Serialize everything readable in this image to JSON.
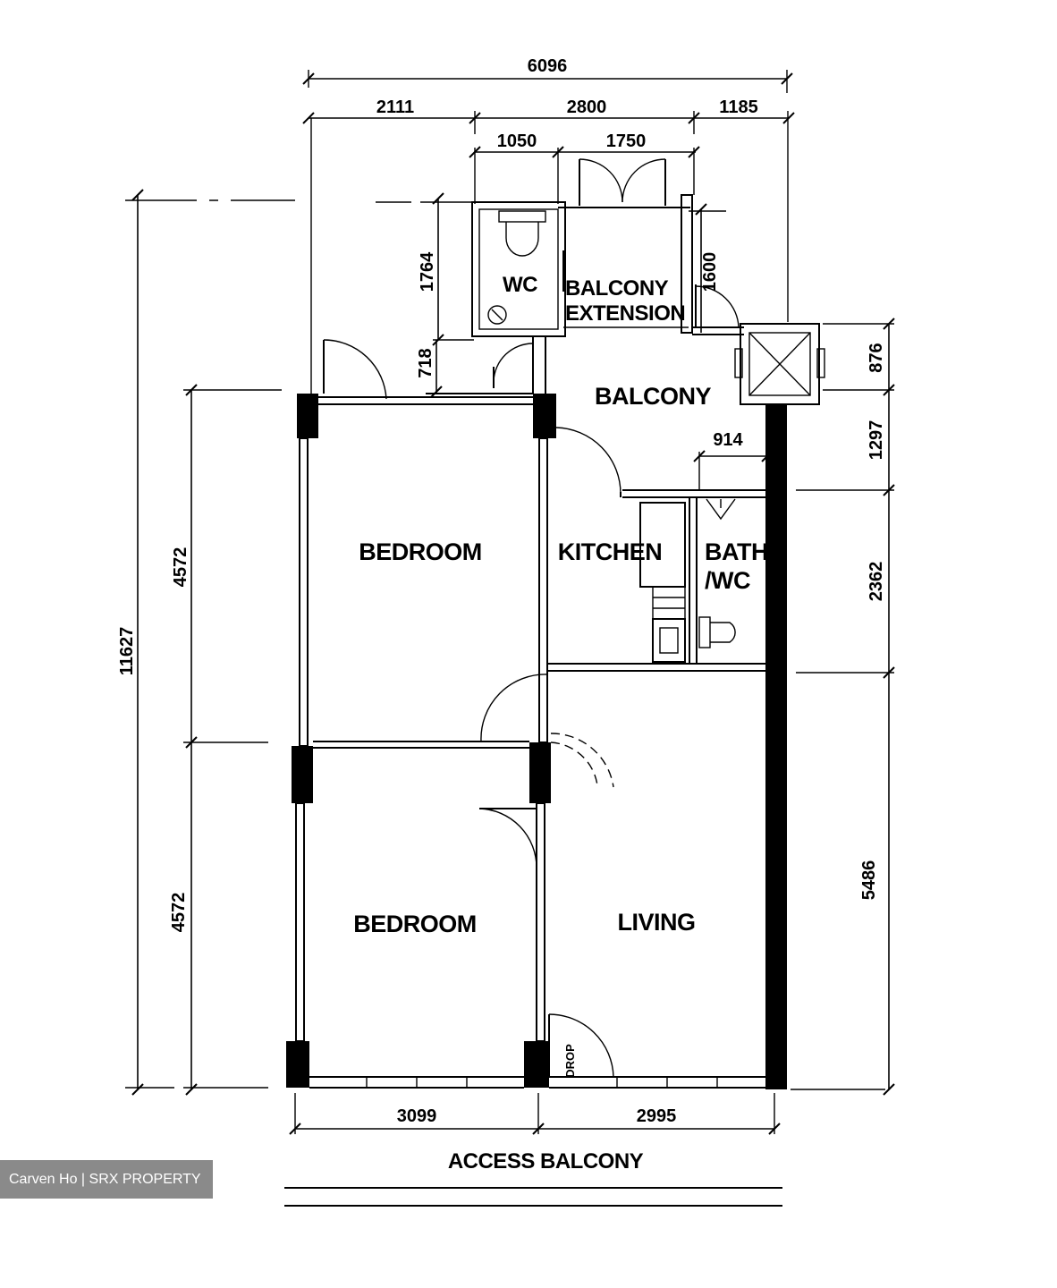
{
  "rooms": {
    "bedroom_upper": "BEDROOM",
    "bedroom_lower": "BEDROOM",
    "kitchen": "KITCHEN",
    "bath_line1": "BATH",
    "bath_line2": "/WC",
    "wc": "WC",
    "balcony_ext_line1": "BALCONY",
    "balcony_ext_line2": "EXTENSION",
    "balcony": "BALCONY",
    "living": "LIVING",
    "drop": "DROP"
  },
  "access_label": "ACCESS BALCONY",
  "dimensions": {
    "top_overall": "6096",
    "top_2111": "2111",
    "top_2800": "2800",
    "top_1185": "1185",
    "top_1050": "1050",
    "top_1750": "1750",
    "wc_1764": "1764",
    "gap_718": "718",
    "bal_1600": "1600",
    "right_876": "876",
    "right_1297": "1297",
    "right_2362": "2362",
    "right_5486": "5486",
    "inner_914": "914",
    "left_overall": "11627",
    "left_upper": "4572",
    "left_lower": "4572",
    "bottom_3099": "3099",
    "bottom_2995": "2995"
  },
  "watermark": "Carven Ho | SRX PROPERTY"
}
